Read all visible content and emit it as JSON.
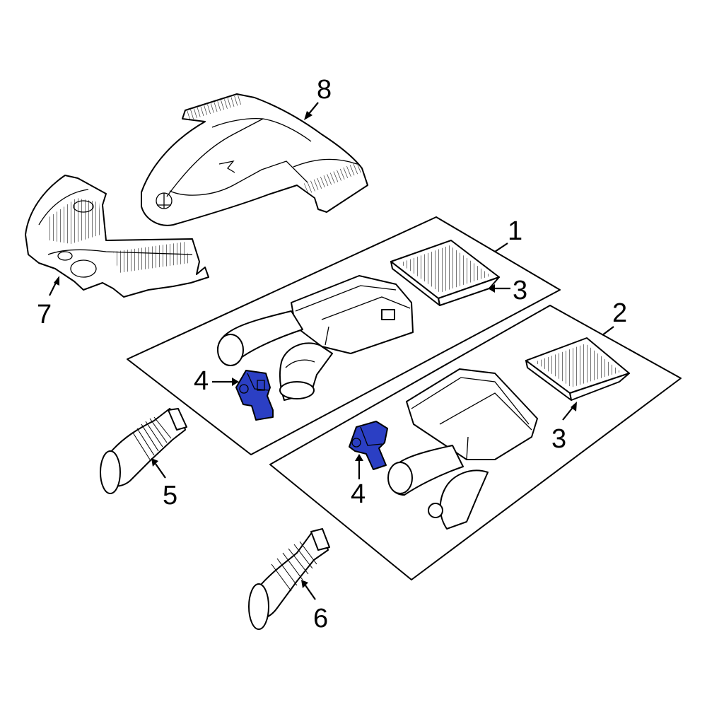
{
  "highlight_color": "#2b3fc4",
  "callouts": [
    {
      "id": "c1",
      "text": "1"
    },
    {
      "id": "c2",
      "text": "2"
    },
    {
      "id": "c3a",
      "text": "3"
    },
    {
      "id": "c3b",
      "text": "3"
    },
    {
      "id": "c4a",
      "text": "4"
    },
    {
      "id": "c4b",
      "text": "4"
    },
    {
      "id": "c5",
      "text": "5"
    },
    {
      "id": "c6",
      "text": "6"
    },
    {
      "id": "c7",
      "text": "7"
    },
    {
      "id": "c8",
      "text": "8"
    }
  ]
}
